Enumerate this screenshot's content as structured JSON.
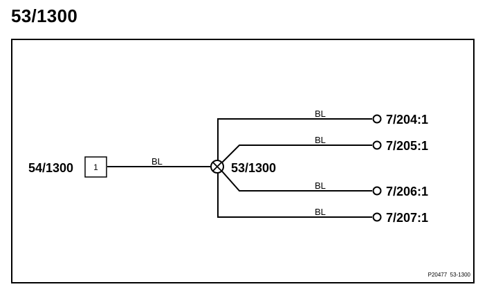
{
  "title": "53/1300",
  "source_connector": {
    "name": "54/1300",
    "pin": "1"
  },
  "splice": {
    "name": "53/1300"
  },
  "main_wire": {
    "color_code": "BL"
  },
  "branches": [
    {
      "target": "7/204:1",
      "color_code": "BL"
    },
    {
      "target": "7/205:1",
      "color_code": "BL"
    },
    {
      "target": "7/206:1",
      "color_code": "BL"
    },
    {
      "target": "7/207:1",
      "color_code": "BL"
    }
  ],
  "reference": "P20477  53-1300",
  "colors": {
    "line": "#000000",
    "background": "#ffffff"
  }
}
